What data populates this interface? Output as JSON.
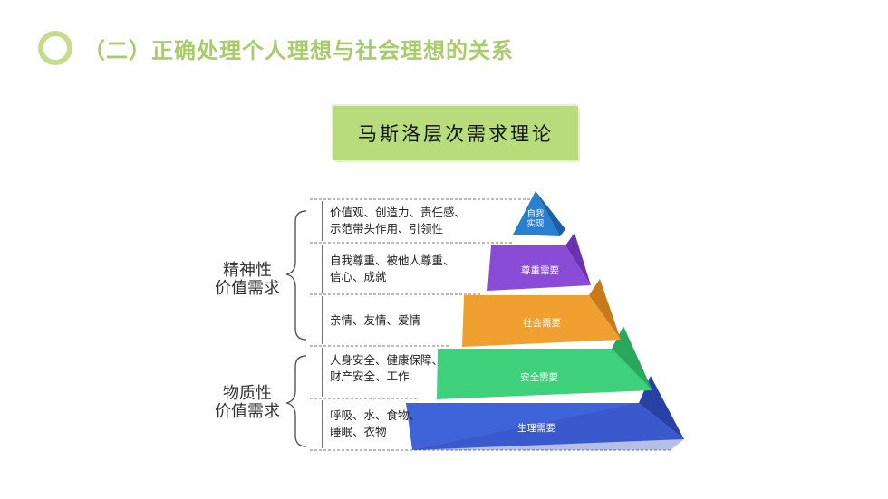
{
  "header": {
    "title": "（二）正确处理个人理想与社会理想的关系"
  },
  "banner": {
    "text": "马斯洛层次需求理论"
  },
  "groups": [
    {
      "line1": "精神性",
      "line2": "价值需求"
    },
    {
      "line1": "物质性",
      "line2": "价值需求"
    }
  ],
  "levels": [
    {
      "name_line1": "自我",
      "name_line2": "实现",
      "desc_line1": "价值观、创造力、责任感、",
      "desc_line2": "示范带头作用、引领性",
      "color": "#2b7fd0"
    },
    {
      "name_line1": "尊重需要",
      "name_line2": "",
      "desc_line1": "自我尊重、被他人尊重、",
      "desc_line2": "信心、成就",
      "color": "#8a4bd6"
    },
    {
      "name_line1": "社会需要",
      "name_line2": "",
      "desc_line1": "亲情、友情、爱情",
      "desc_line2": "",
      "color": "#f0a030"
    },
    {
      "name_line1": "安全需要",
      "name_line2": "",
      "desc_line1": "人身安全、健康保障、",
      "desc_line2": "财产安全、工作",
      "color": "#3ed07a"
    },
    {
      "name_line1": "生理需要",
      "name_line2": "",
      "desc_line1": "呼吸、水、食物、",
      "desc_line2": "睡眠、衣物",
      "color": "#3f63d8"
    }
  ]
}
